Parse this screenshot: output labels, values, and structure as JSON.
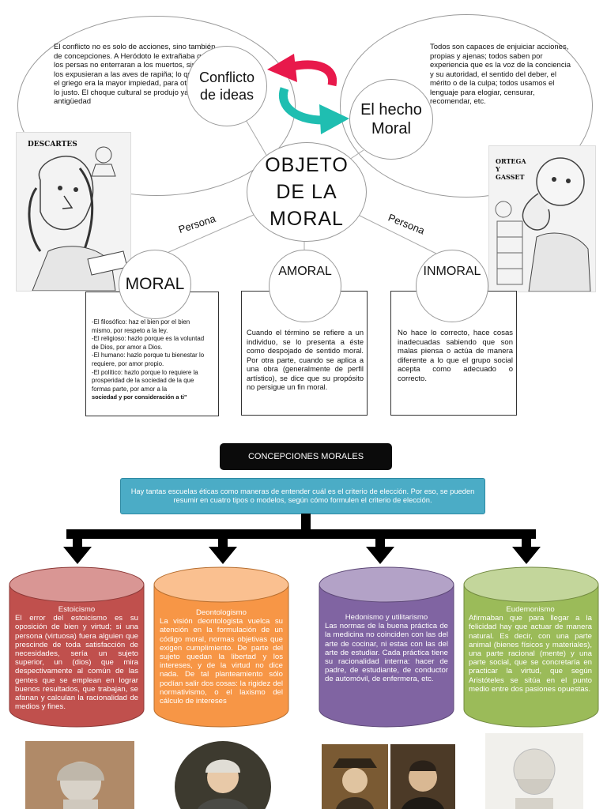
{
  "top": {
    "left_text": "El conflicto no es solo de acciones, sino también de concepciones. A Heródoto le extrañaba que los persas no enterraran a los muertos, sino que los expusieran a las aves de rapiña; lo que para el griego era la mayor impiedad, para otros era lo justo. El choque cultural se produjo ya en la antigüedad",
    "right_text": "Todos son capaces de enjuiciar acciones, propias y ajenas; todos saben por experiencia que es la voz de la conciencia y su autoridad, el sentido del deber, el mérito o de la culpa; todos usamos el lenguaje para elogiar, censurar, recomendar, etc.",
    "conflicto": "Conflicto de ideas",
    "hecho": "El hecho Moral",
    "center": "OBJETO DE LA MORAL",
    "persona_left": "Persona",
    "persona_right": "Persona",
    "descartes_label": "DESCARTES",
    "ortega_label": "ORTEGA Y GASSET"
  },
  "categories": {
    "moral": {
      "title": "MORAL",
      "items": [
        "-El filosófico: haz el bien por el bien mismo, por respeto a la ley.",
        "-El religioso: hazlo porque es la voluntad de Dios, por amor a Dios.",
        "-El humano: hazlo porque tu bienestar lo requiere, por amor propio.",
        "-El político: hazlo porque lo requiere la prosperidad de la sociedad de la que formas parte, por amor a la"
      ],
      "tail": "sociedad y por consideración a ti\""
    },
    "amoral": {
      "title": "AMORAL",
      "text": "Cuando el término se refiere a un individuo, se lo presenta a éste como despojado de sentido moral. Por otra parte, cuando se aplica a una obra (generalmente de perfil artístico), se dice que su propósito no persigue un fin moral."
    },
    "inmoral": {
      "title": "INMORAL",
      "text": "No hace lo correcto, hace cosas inadecuadas sabiendo que son malas piensa o actúa de manera diferente a lo que el grupo social acepta como adecuado o correcto."
    }
  },
  "concepciones": {
    "title": "CONCEPCIONES MORALES",
    "intro": "Hay tantas escuelas éticas como maneras de entender cuál es el criterio de elección. Por eso, se pueden resumir en cuatro tipos o modelos, según cómo formulen el criterio de elección."
  },
  "schools": [
    {
      "title": "Estoicismo",
      "text": "El error del estoicismo es su oposición de bien y virtud; si una persona (virtuosa) fuera alguien que prescinde de toda satisfacción de necesidades, sería un sujeto superior, un (dios) que mira despectivamente al común de las gentes que se emplean en lograr buenos resultados, que trabajan, se afanan y calculan la racionalidad de medios y fines.",
      "color": "#c0504d"
    },
    {
      "title": "Deontologismo",
      "text": "La visión deontologista vuelca su atención en la formulación de un código moral, normas objetivas que exigen cumplimiento. De parte del sujeto quedan la libertad y los intereses, y de la virtud no dice nada. De tal planteamiento sólo podían salir dos cosas: la rigidez del normativismo, o el laxismo del cálculo de intereses",
      "color": "#f79646"
    },
    {
      "title": "Hedonismo y utilitarismo",
      "text": "Las normas de la buena práctica de la medicina no coinciden con las del arte de cocinar, ni estas con las del arte de estudiar. Cada práctica tiene su racionalidad interna: hacer de padre, de estudiante, de conductor de automóvil, de enfermera, etc.",
      "color": "#8064a2"
    },
    {
      "title": "Eudemonismo",
      "text": "Afirmaban que para llegar a la felicidad hay que actuar de manera natural. Es decir, con una parte animal (bienes físicos y materiales), una parte racional (mente) y una parte social, que se concretaría en practicar la virtud, que según Aristóteles se sitúa en el punto medio entre dos pasiones opuestas.",
      "color": "#9bbb59"
    }
  ]
}
